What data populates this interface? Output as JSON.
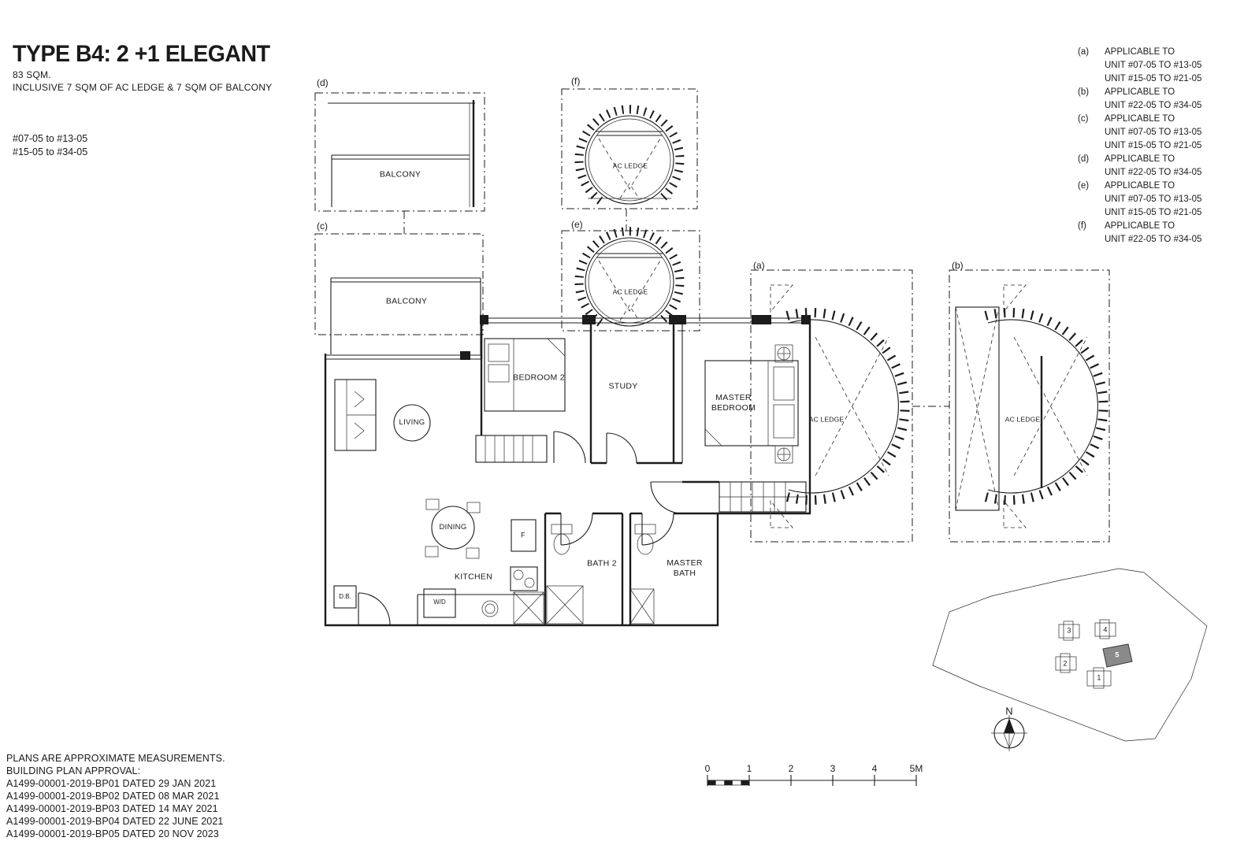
{
  "header": {
    "title": "TYPE B4: 2 +1 ELEGANT",
    "area": "83 SQM.",
    "inclusive": "INCLUSIVE 7 SQM OF AC LEDGE & 7 SQM OF BALCONY",
    "unit_ranges": [
      "#07-05 to #13-05",
      "#15-05 to #34-05"
    ]
  },
  "legend": [
    {
      "key": "(a)",
      "lines": [
        "APPLICABLE TO",
        "UNIT #07-05 TO #13-05",
        "UNIT #15-05 TO #21-05"
      ]
    },
    {
      "key": "(b)",
      "lines": [
        "APPLICABLE TO",
        "UNIT #22-05 TO #34-05"
      ]
    },
    {
      "key": "(c)",
      "lines": [
        "APPLICABLE TO",
        "UNIT #07-05 TO #13-05",
        "UNIT #15-05 TO #21-05"
      ]
    },
    {
      "key": "(d)",
      "lines": [
        "APPLICABLE TO",
        "UNIT #22-05 TO #34-05"
      ]
    },
    {
      "key": "(e)",
      "lines": [
        "APPLICABLE TO",
        "UNIT #07-05 TO #13-05",
        "UNIT #15-05 TO #21-05"
      ]
    },
    {
      "key": "(f)",
      "lines": [
        "APPLICABLE TO",
        "UNIT #22-05 TO #34-05"
      ]
    }
  ],
  "plan": {
    "markers": {
      "a": "(a)",
      "b": "(b)",
      "c": "(c)",
      "d": "(d)",
      "e": "(e)",
      "f": "(f)"
    },
    "rooms": {
      "living": "LIVING",
      "dining": "DINING",
      "kitchen": "KITCHEN",
      "bedroom2": "BEDROOM 2",
      "study": "STUDY",
      "master_bedroom": "MASTER BEDROOM",
      "bath2": "BATH 2",
      "master_bath": "MASTER BATH",
      "balcony_d": "BALCONY",
      "balcony_c": "BALCONY",
      "ac_ledge_f": "AC LEDGE",
      "ac_ledge_e": "AC LEDGE",
      "ac_ledge_a": "AC LEDGE",
      "ac_ledge_b": "AC LEDGE",
      "db": "D.B.",
      "wd": "W/D",
      "fridge": "F"
    }
  },
  "footer": {
    "lines": [
      "PLANS ARE APPROXIMATE MEASUREMENTS.",
      "BUILDING PLAN APPROVAL:",
      "A1499-00001-2019-BP01 DATED 29 JAN 2021",
      "A1499-00001-2019-BP02 DATED 08 MAR 2021",
      "A1499-00001-2019-BP03 DATED 14 MAY 2021",
      "A1499-00001-2019-BP04 DATED 22 JUNE 2021",
      "A1499-00001-2019-BP05 DATED 20 NOV 2023"
    ]
  },
  "scale_bar": {
    "labels": [
      "0",
      "1",
      "2",
      "3",
      "4",
      "5M"
    ]
  },
  "site_plan": {
    "buildings": [
      "1",
      "2",
      "3",
      "4",
      "5"
    ],
    "highlighted": "5",
    "north_label": "N"
  }
}
